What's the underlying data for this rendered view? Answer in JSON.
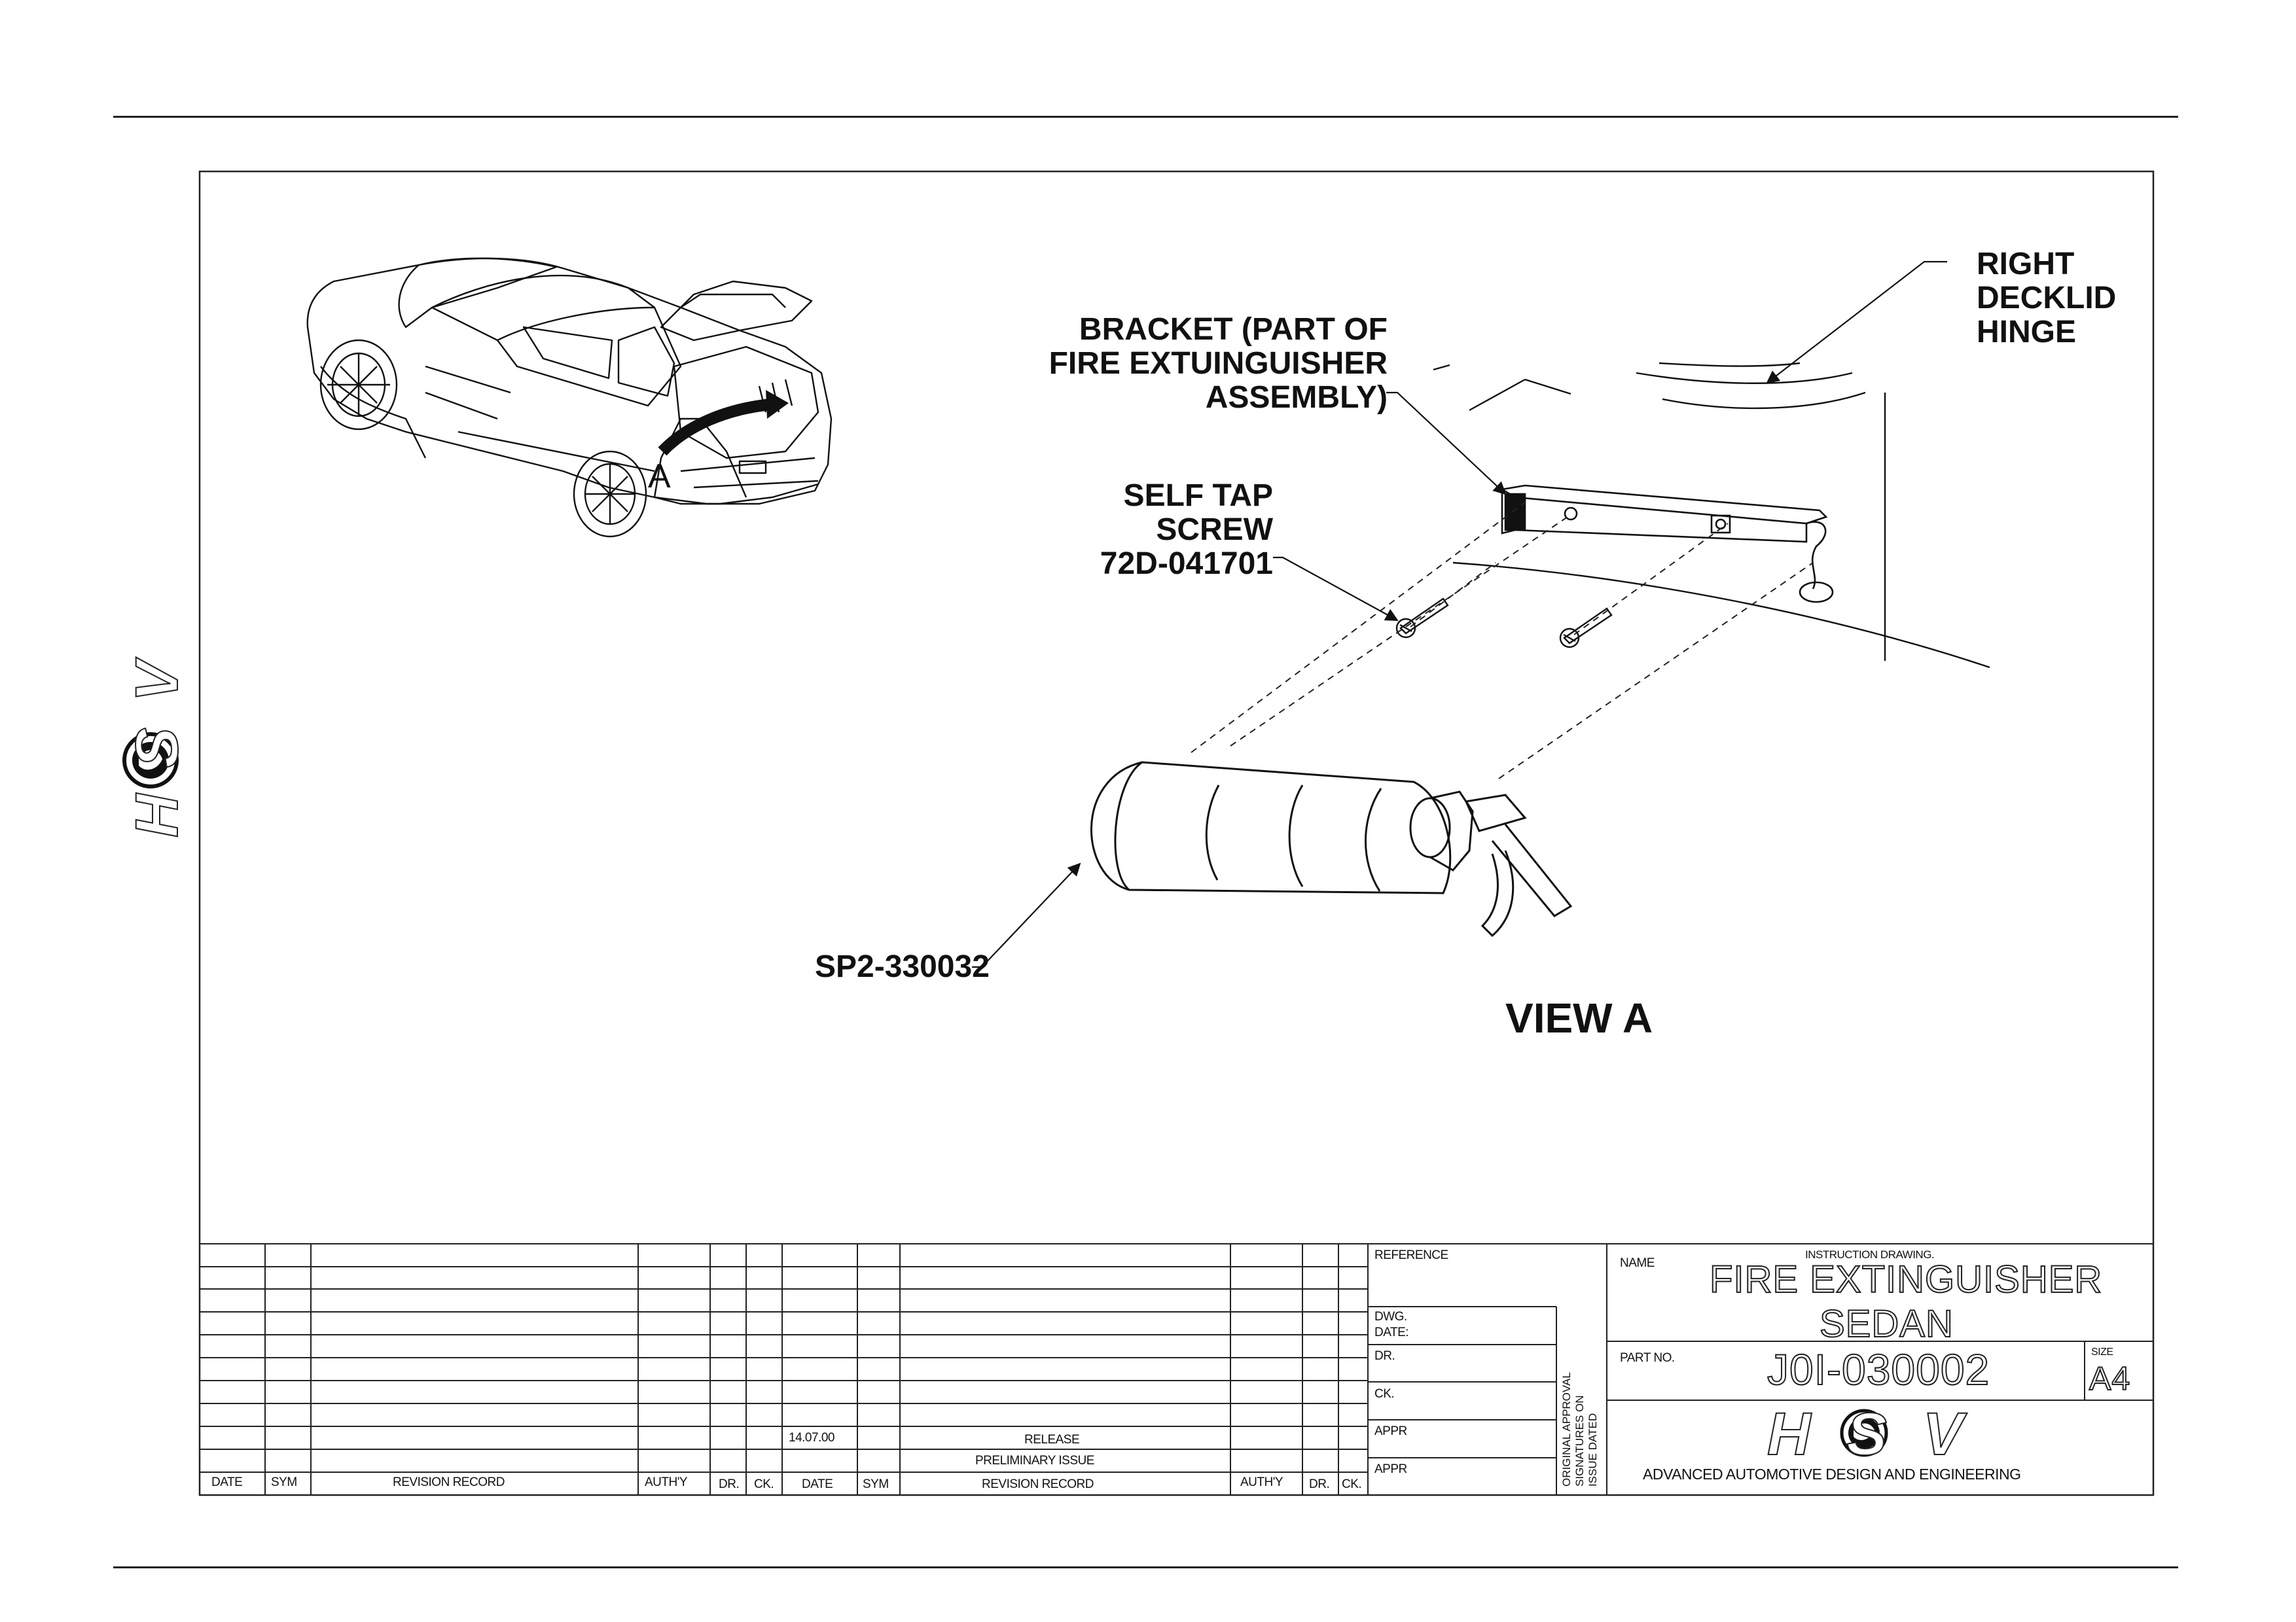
{
  "callouts": {
    "right_hinge": [
      "RIGHT",
      "DECKLID",
      "HINGE"
    ],
    "bracket": [
      "BRACKET (PART OF",
      "FIRE EXTUINGUISHER",
      "ASSEMBLY)"
    ],
    "screw": [
      "SELF TAP",
      "SCREW",
      "72D-041701"
    ],
    "extinguisher_part": "SP2-330032",
    "view_label": "VIEW A",
    "view_marker": "A"
  },
  "title_block": {
    "reference_label": "REFERENCE",
    "dwg_label": "DWG.",
    "date_label": "DATE:",
    "dr_label": "DR.",
    "ck_label": "CK.",
    "appr_label_1": "APPR",
    "appr_label_2": "APPR",
    "approval_note": [
      "ORIGINAL APPROVAL",
      "SIGNATURES ON",
      "ISSUE DATED"
    ],
    "name_label": "NAME",
    "drawing_type": "INSTRUCTION DRAWING.",
    "title_line_1": "FIRE EXTINGUISHER",
    "title_line_2": "SEDAN",
    "part_no_label": "PART NO.",
    "part_no": "J0I-030002",
    "size_label": "SIZE",
    "size": "A4",
    "company_tagline": "ADVANCED AUTOMOTIVE DESIGN AND ENGINEERING",
    "logo_text": "HSV"
  },
  "revision_table": {
    "headers": [
      "DATE",
      "SYM",
      "REVISION RECORD",
      "AUTH'Y",
      "DR.",
      "CK.",
      "DATE",
      "SYM",
      "REVISION RECORD",
      "AUTH'Y",
      "DR.",
      "CK."
    ],
    "entries": [
      {
        "date": "14.07.00",
        "record": "RELEASE"
      },
      {
        "date": "",
        "record": "PRELIMINARY ISSUE"
      }
    ]
  },
  "side_logo_text": "HSV",
  "colors": {
    "ink": "#111111",
    "paper": "#ffffff"
  }
}
